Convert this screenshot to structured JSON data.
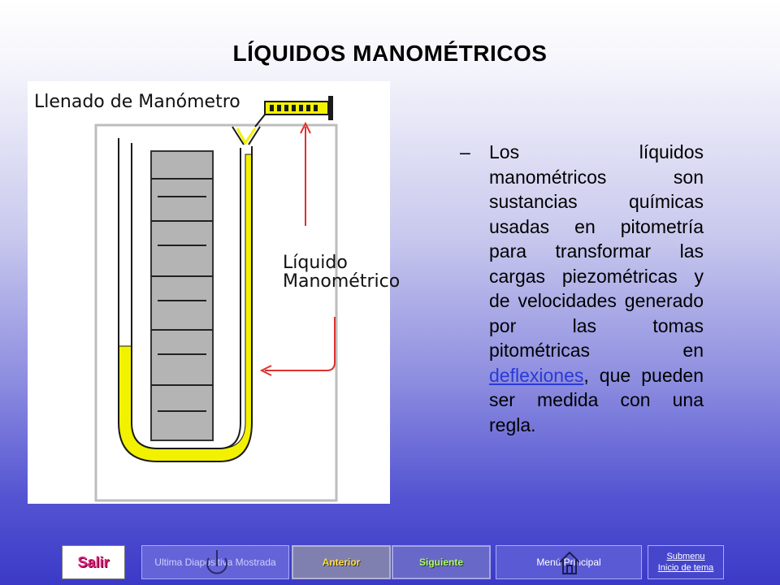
{
  "slide": {
    "title": "LÍQUIDOS MANOMÉTRICOS",
    "figure": {
      "title": "Llenado de Manómetro",
      "liquid_label_line1": "Líquido",
      "liquid_label_line2": "Manométrico"
    },
    "bullet": {
      "dash": "–",
      "text_before_link": "Los líquidos manométricos son sustancias químicas usadas en pitometría para transformar las cargas piezométricas y de velocidades generado por las tomas pitométricas en ",
      "link_text": "deflexiones",
      "text_after_link": ", que pueden ser medida con una regla."
    }
  },
  "nav": {
    "salir": "Salir",
    "ultima": "Ultima Diapositiva Mostrada",
    "anterior": "Anterior",
    "siguiente": "Siguiente",
    "menu_principal": "Menú Principal",
    "submenu_line1": "Submenu",
    "submenu_line2": "Inicio de tema"
  },
  "colors": {
    "liquid": "#f2f200",
    "arrow": "#e03030",
    "link": "#2a3ad6"
  },
  "icons": {
    "return": "return-arrow-icon",
    "home": "home-icon"
  }
}
